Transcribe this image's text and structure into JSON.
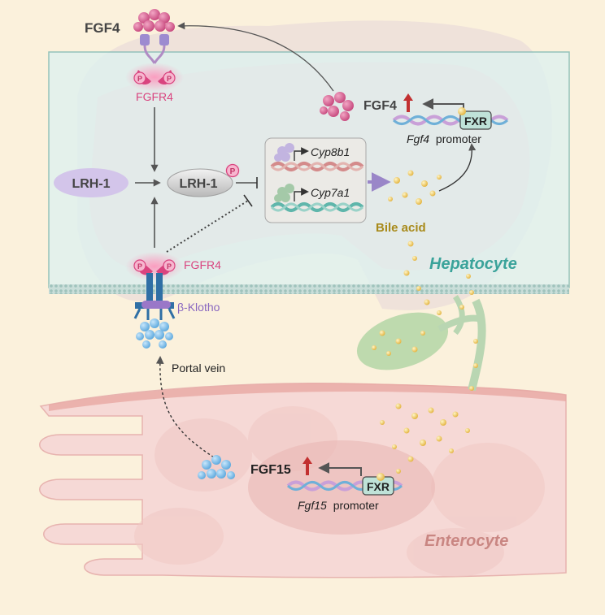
{
  "hepatocyte": {
    "label": "Hepatocyte",
    "fgf4_top_label": "FGF4",
    "fgfr4_top_label": "FGFR4",
    "fgfr4_bottom_label": "FGFR4",
    "klotho_label": "β-Klotho",
    "lrh1_label": "LRH-1",
    "lrh1_p_label": "LRH-1",
    "phospho": "P",
    "cyp8b1_label": "Cyp8b1",
    "cyp7a1_label": "Cyp7a1",
    "bile_acid_label": "Bile acid",
    "fgf4_gene_label": "FGF4",
    "fxr_label": "FXR",
    "fgf4_promoter_gene": "Fgf4",
    "promoter_word": "promoter"
  },
  "circulation": {
    "portal_vein_label": "Portal vein"
  },
  "enterocyte": {
    "label": "Enterocyte",
    "fgf15_label": "FGF15",
    "fxr_label": "FXR",
    "fgf15_promoter_gene": "Fgf15",
    "promoter_word": "promoter"
  },
  "colors": {
    "background": "#fbf1dc",
    "hepatocyte_fill": "#dff1ef",
    "hepatocyte_text": "#3aa39a",
    "enterocyte_text": "#c98682",
    "fgfr4_pink": "#d9447f",
    "klotho_purple": "#8a68c0",
    "bile_gold": "#a88a1a",
    "fxr_box": "#bfe2d8"
  }
}
